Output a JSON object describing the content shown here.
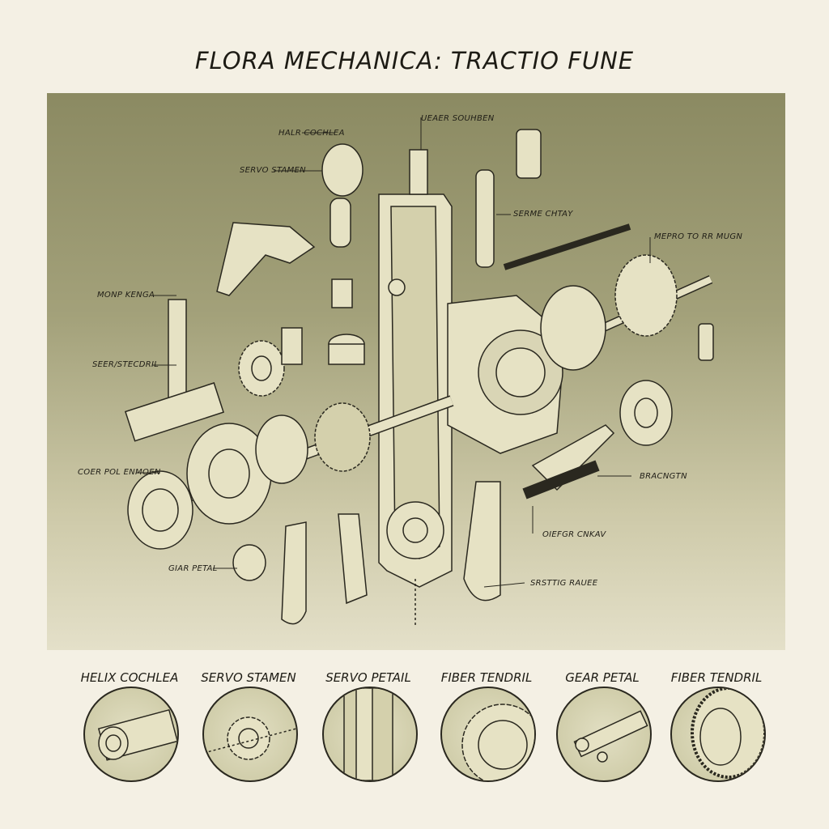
{
  "title": "FLORA MECHANICA: TRACTIO FUNE",
  "colors": {
    "background": "#f4f0e4",
    "panel_top": "#8b8a62",
    "panel_bottom": "#e4e0c9",
    "line": "#2a281f",
    "part_fill": "#e6e2c4"
  },
  "callouts": [
    "HALR COCHLEA",
    "SERVO STAMEN",
    "UEAER SOUHBEN",
    "SERME CHTAY",
    "MEPRO TO RR MUGN",
    "MONP KENGA",
    "SEER/STECDRIL",
    "COER POL ENMOEN",
    "GIAR PETAL",
    "BRACNGTN",
    "OIEFGR CNKAV",
    "SRSTTIG RAUEE"
  ],
  "details": [
    {
      "caption": "HELIX COCHLEA"
    },
    {
      "caption": "SERVO STAMEN"
    },
    {
      "caption": "SERVO PETAIL"
    },
    {
      "caption": "FIBER TENDRIL"
    },
    {
      "caption": "GEAR PETAL"
    },
    {
      "caption": "FIBER TENDRIL"
    }
  ]
}
